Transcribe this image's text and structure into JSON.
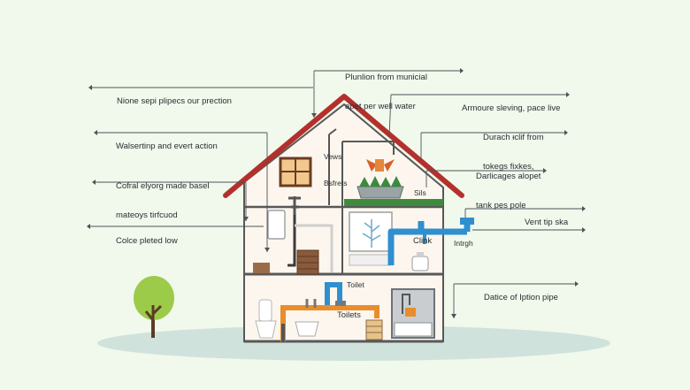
{
  "colors": {
    "background": "#f1f8ec",
    "roof": "#b3302c",
    "house_wall": "#fcf6ee",
    "water_pipe": "#2f8fcf",
    "drain_pipe": "#e98d2c",
    "ground": "#cfe3dc",
    "tree_leaves": "#9ccb4a",
    "leader_line": "#4d5358"
  },
  "callouts": [
    {
      "id": "plumbing-source",
      "lines": [
        "Plunlion from municial",
        "apet per well water"
      ]
    },
    {
      "id": "none-sepi",
      "lines": [
        "Nione sepi plipecs our prection"
      ]
    },
    {
      "id": "armoure",
      "lines": [
        "Armoure sleving, pace live"
      ]
    },
    {
      "id": "walsertnp",
      "lines": [
        "Walsertinp and evert action"
      ]
    },
    {
      "id": "durach",
      "lines": [
        "Durach ᵻclif from",
        "tokegs fixkes,"
      ]
    },
    {
      "id": "cofral",
      "lines": [
        "Cofral elyorg made basel",
        "mateoys tirfcuod"
      ]
    },
    {
      "id": "darlicages",
      "lines": [
        "Darlicages alopet",
        "tank pes pole"
      ]
    },
    {
      "id": "vent",
      "lines": [
        "Vent tip ska"
      ]
    },
    {
      "id": "colce",
      "lines": [
        "Colce pleted low"
      ]
    },
    {
      "id": "datice",
      "lines": [
        "Datice of Iption pipe"
      ]
    }
  ],
  "inner_labels": {
    "vews": [
      "Vews",
      "Bsfrets"
    ],
    "sils": "Sils",
    "clink": "Clink",
    "intrgh": "Intrgh",
    "toilet": "Toilet",
    "toilets": "Toilets"
  },
  "icons": [
    "window-icon",
    "tree-icon",
    "toilet-icon",
    "sink-icon",
    "bathtub-icon",
    "water-heater-icon",
    "planter-icon"
  ]
}
